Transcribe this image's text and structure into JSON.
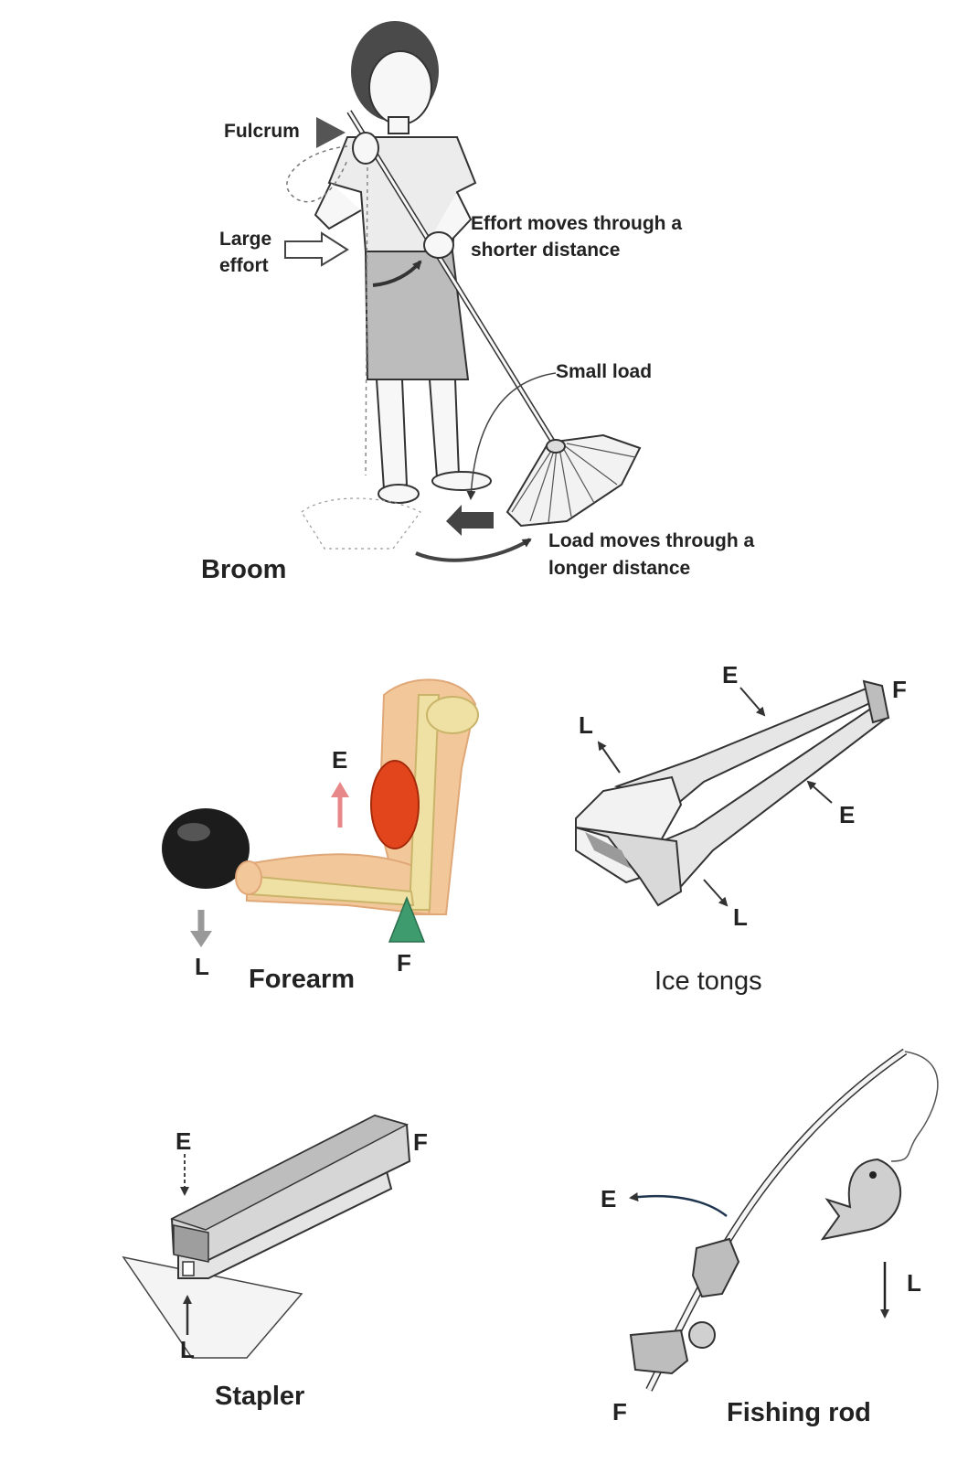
{
  "broom": {
    "fulcrum": "Fulcrum",
    "large_effort_1": "Large",
    "large_effort_2": "effort",
    "effort_moves_1": "Effort moves through a",
    "effort_moves_2": "shorter distance",
    "small_load": "Small load",
    "load_moves_1": "Load moves through a",
    "load_moves_2": "longer distance",
    "caption": "Broom"
  },
  "forearm": {
    "effort": "E",
    "load": "L",
    "fulcrum": "F",
    "caption": "Forearm"
  },
  "ice_tongs": {
    "effort_top": "E",
    "effort_bottom": "E",
    "fulcrum": "F",
    "load_top": "L",
    "load_bottom": "L",
    "caption": "Ice tongs"
  },
  "stapler": {
    "effort": "E",
    "fulcrum": "F",
    "load": "L",
    "caption": "Stapler"
  },
  "fishing_rod": {
    "effort": "E",
    "load": "L",
    "fulcrum": "F",
    "caption": "Fishing rod"
  },
  "colors": {
    "ink": "#222222",
    "muscle": "#e2451c",
    "bone": "#efe0a4",
    "skin": "#f2c89a",
    "fulcrum_triangle": "#3d9b6e",
    "load_ball": "#1c1c1c"
  }
}
